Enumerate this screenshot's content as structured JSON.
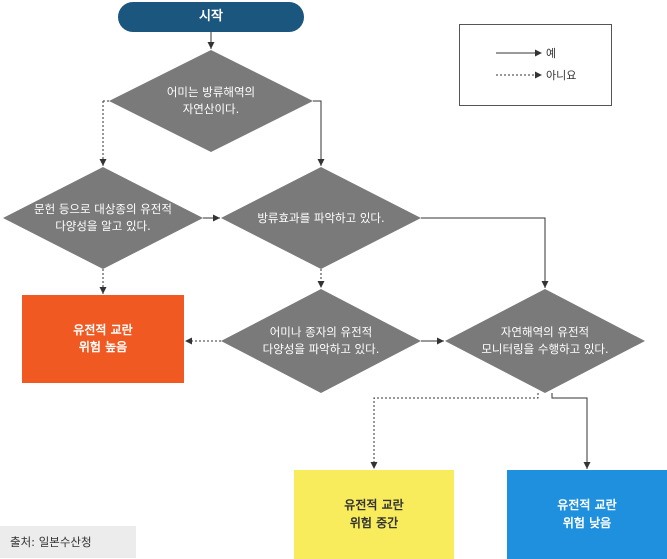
{
  "nodes": {
    "start": "시작",
    "d1": "어미는 방류해역의\n자연산이다.",
    "d2": "문헌 등으로 대상종의 유전적\n다양성을 알고 있다.",
    "d3": "방류효과를 파악하고 있다.",
    "d4": "어미나 종자의 유전적\n다양성을 파악하고 있다.",
    "d5": "자연해역의 유전적\n모니터링을 수행하고 있다.",
    "high": "유전적 교란\n위험 높음",
    "mid": "유전적 교란\n위험 중간",
    "low": "유전적 교란\n위험 낮음"
  },
  "legend": {
    "yes": "예",
    "no": "아니요"
  },
  "source": "출처:  일본수산청",
  "colors": {
    "start": "#1b567f",
    "decision": "#7a7a7a",
    "high": "#f05a22",
    "mid": "#f8ec5c",
    "low": "#1f90dd"
  }
}
